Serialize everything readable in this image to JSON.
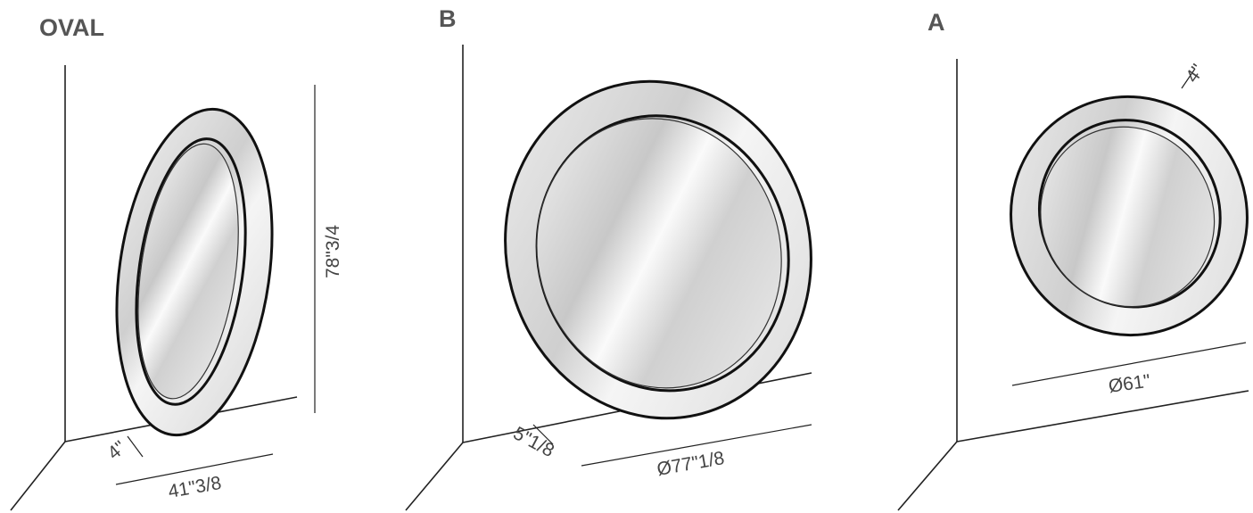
{
  "panels": {
    "oval": {
      "title": "OVAL",
      "dim_height": "78\"3/4",
      "dim_width": "41\"3/8",
      "dim_depth": "4\""
    },
    "b": {
      "title": "B",
      "dim_diameter": "Ø77\"1/8",
      "dim_depth": "5\"1/8"
    },
    "a": {
      "title": "A",
      "dim_diameter": "Ø61\"",
      "dim_depth": "4\""
    }
  },
  "colors": {
    "title": "#555555",
    "line": "#222222",
    "text": "#444444"
  }
}
